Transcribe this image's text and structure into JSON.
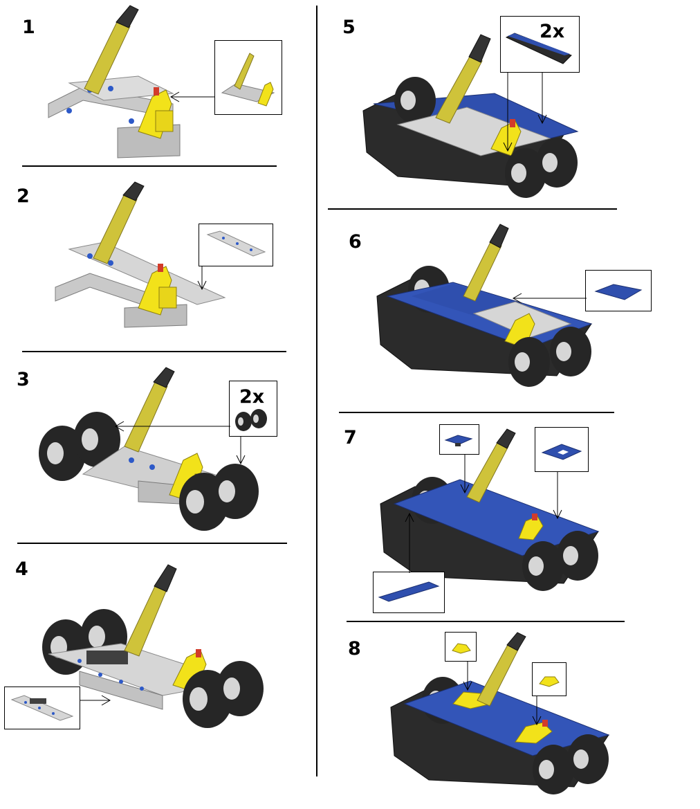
{
  "steps": [
    {
      "number": "1"
    },
    {
      "number": "2"
    },
    {
      "number": "3",
      "quantity": "2x"
    },
    {
      "number": "4"
    },
    {
      "number": "5",
      "quantity": "2x"
    },
    {
      "number": "6"
    },
    {
      "number": "7"
    },
    {
      "number": "8"
    }
  ],
  "colors": {
    "frame_gray": "#c8c8c8",
    "frame_dark": "#8a8a8a",
    "arm_yellow": "#cfc33a",
    "bright_yellow": "#f2e21a",
    "plate_blue": "#2f4fae",
    "tire_black": "#262626",
    "hub_gray": "#d6d6d6",
    "accent_red": "#d23b2a",
    "pin_blue": "#2d59c8"
  }
}
